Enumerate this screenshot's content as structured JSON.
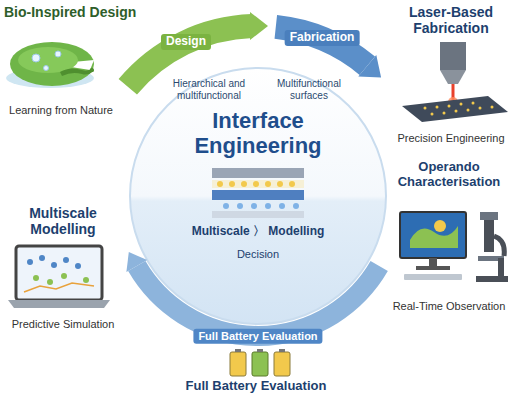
{
  "diagram": {
    "nodes": [
      {
        "text": [
          "Bio-Inspired Design",
          "Learning from Nature"
        ]
      },
      {
        "text": [
          "Laser-Based Fabrication",
          "Precision Engineering"
        ]
      },
      {
        "text": [
          "Interface Engineering"
        ]
      },
      {
        "text": [
          "Multiscale Modelling",
          "Predictive Simulation"
        ]
      },
      {
        "text": [
          "Operando Characterisation",
          "Real-Time Observation"
        ]
      },
      {
        "text": [
          "Full Battery Evaluation"
        ]
      }
    ],
    "labels": [
      "Design",
      "Fabrication",
      "Hierarchical and multifunctional",
      "Multifunctional surfaces",
      "Multiscale 〉 Modelling",
      "Decision",
      "Full Battery Evaluation"
    ]
  }
}
